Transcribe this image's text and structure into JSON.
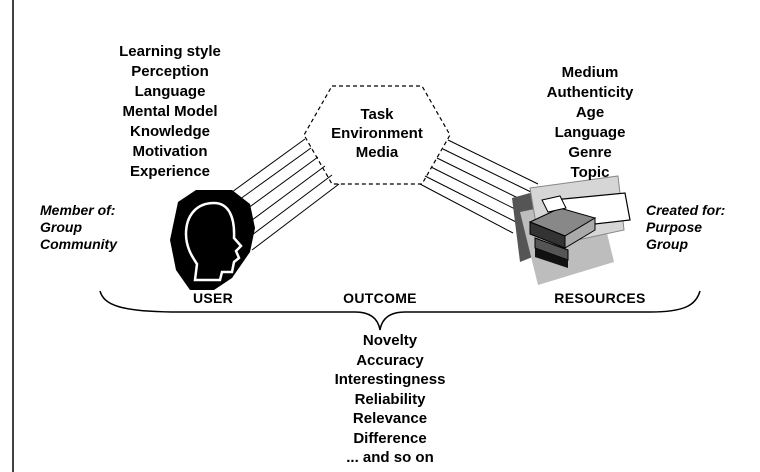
{
  "hexagon": {
    "lines": [
      "Task",
      "Environment",
      "Media"
    ]
  },
  "user_attributes": [
    "Learning style",
    "Perception",
    "Language",
    "Mental Model",
    "Knowledge",
    "Motivation",
    "Experience"
  ],
  "member_of": [
    "Member of:",
    "Group",
    "Community"
  ],
  "resource_attributes": [
    "Medium",
    "Authenticity",
    "Age",
    "Language",
    "Genre",
    "Topic"
  ],
  "created_for": [
    "Created for:",
    "Purpose",
    "Group"
  ],
  "labels": {
    "user": "USER",
    "outcome": "OUTCOME",
    "resources": "RESOURCES"
  },
  "outcome_attributes": [
    "Novelty",
    "Accuracy",
    "Interestingness",
    "Reliability",
    "Relevance",
    "Difference",
    "... and so on"
  ]
}
